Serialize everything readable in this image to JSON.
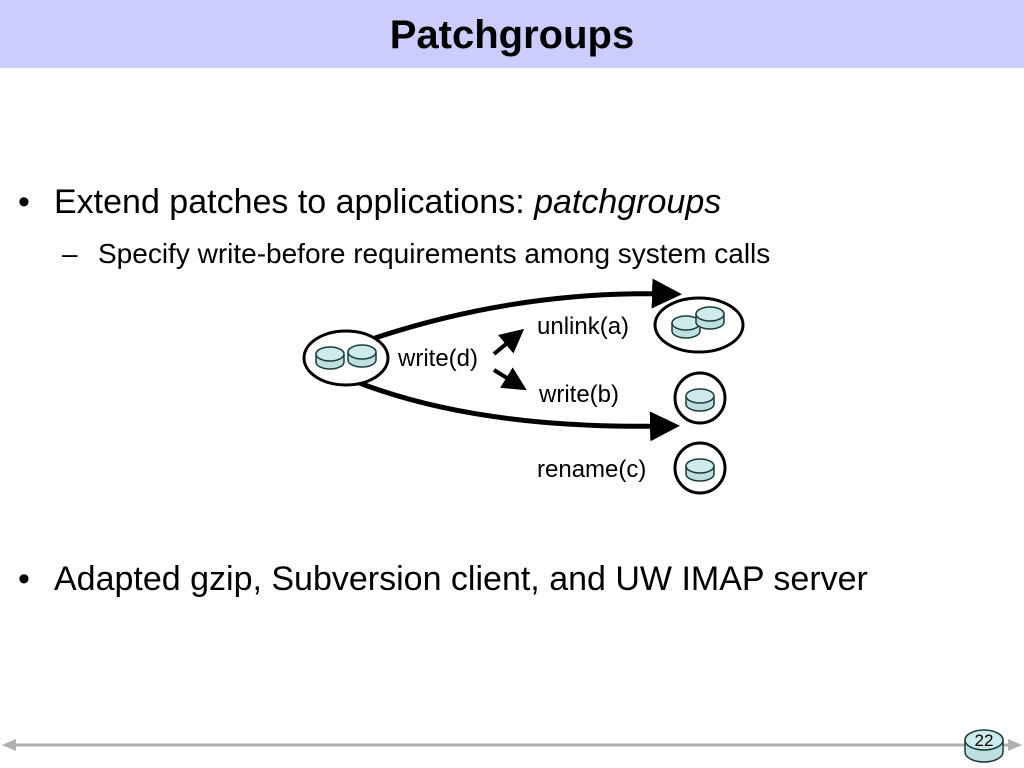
{
  "slide": {
    "title": "Patchgroups",
    "page_number": "22"
  },
  "bullets": [
    {
      "marker": "•",
      "text": "Extend patches to applications: ",
      "emphasis": "patchgroups"
    },
    {
      "marker": "–",
      "text": "Specify write-before requirements among system calls"
    },
    {
      "marker": "•",
      "text": "Adapted gzip, Subversion client, and UW IMAP server"
    }
  ],
  "diagram": {
    "labels": {
      "write_d": "write(d)",
      "unlink_a": "unlink(a)",
      "write_b": "write(b)",
      "rename_c": "rename(c)"
    },
    "colors": {
      "disk_fill": "#bfe0e0",
      "disk_stroke": "#1a3a3a",
      "arrow": "#000000",
      "title_bg": "#ccccff",
      "nav_line": "#b0b0b0"
    },
    "icons": [
      "disk-icon",
      "arrow-icon"
    ]
  }
}
